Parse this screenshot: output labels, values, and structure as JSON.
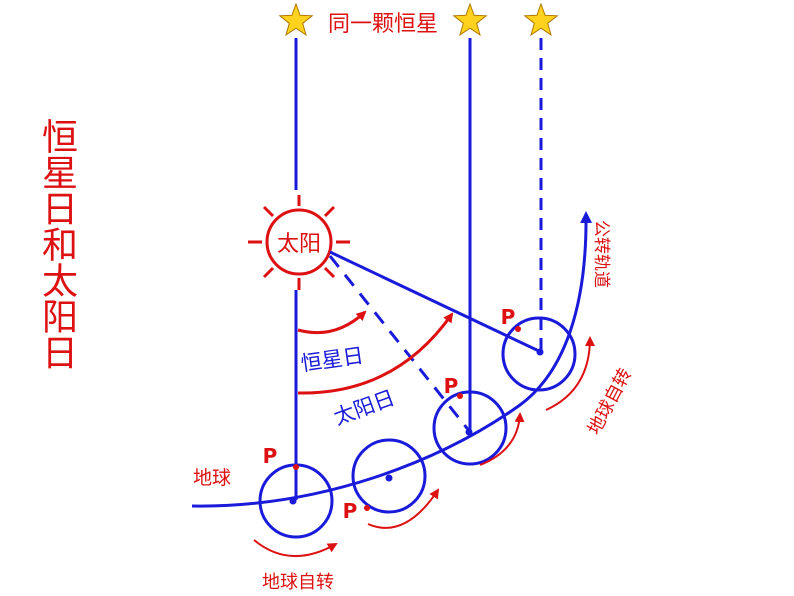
{
  "title": "恒星日和太阳日",
  "labels": {
    "star": "同一颗恒星",
    "sun": "太阳",
    "sidereal_day": "恒星日",
    "solar_day": "太阳日",
    "earth": "地球",
    "rotation_bottom": "地球自转",
    "rotation_right": "地球自转",
    "orbit": "公转轨道",
    "p1": "P",
    "p2": "P",
    "p3": "P",
    "p4": "P"
  },
  "colors": {
    "blue": "#1a1adb",
    "red": "#dd1111",
    "star_fill": "#ffd21e",
    "star_stroke": "#b07800"
  }
}
